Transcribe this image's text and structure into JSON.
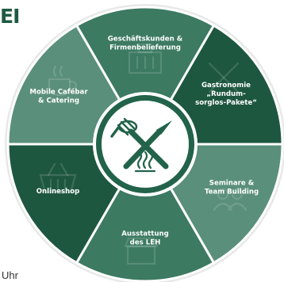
{
  "header_fragment": "EI",
  "footer_fragment": "Uhr",
  "colors": {
    "outer_ring": "#e6e9e7",
    "divider": "#ffffff",
    "hub": "#ffffff",
    "hub_ring": "#22634a",
    "hub_icon": "#22634a"
  },
  "center_icon": "fork-and-knife-crossed-with-coffee-portafilter-and-steam-icon",
  "segments": [
    {
      "lines": [
        "Geschäftskunden &",
        "Firmenbelieferung"
      ],
      "color": "#3c7a62",
      "icon": "office-building-icon"
    },
    {
      "lines": [
        "Gastronomie",
        "„Rundum-",
        "sorglos-Pakete“"
      ],
      "color": "#1e5740",
      "icon": "fork-knife-icon"
    },
    {
      "lines": [
        "Seminare &",
        "Team Building"
      ],
      "color": "#5a8f7b",
      "icon": "people-icon"
    },
    {
      "lines": [
        "Ausstattung",
        "des LEH"
      ],
      "color": "#3c7a62",
      "icon": "shop-icon"
    },
    {
      "lines": [
        "Onlineshop"
      ],
      "color": "#1e5740",
      "icon": "shopping-basket-icon"
    },
    {
      "lines": [
        "Mobile Cafébar",
        "& Catering"
      ],
      "color": "#5a8f7b",
      "icon": "coffee-cup-icon"
    }
  ]
}
